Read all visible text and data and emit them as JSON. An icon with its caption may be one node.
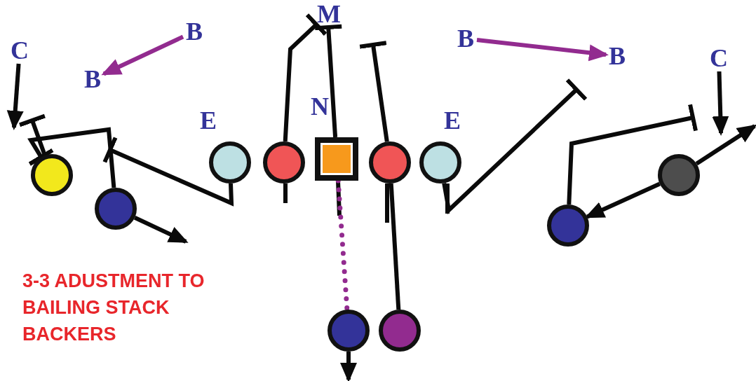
{
  "diagram": {
    "nodes": [
      {
        "text": [
          "M"
        ]
      },
      {
        "text": [
          "B"
        ]
      },
      {
        "text": [
          "B"
        ]
      },
      {
        "text": [
          "C"
        ]
      },
      {
        "text": [
          "B"
        ]
      },
      {
        "text": [
          "B"
        ]
      },
      {
        "text": [
          "C"
        ]
      },
      {
        "text": [
          "N"
        ]
      },
      {
        "text": [
          "E"
        ]
      },
      {
        "text": [
          "E"
        ]
      },
      {
        "text": [],
        "shape": "circle"
      },
      {
        "text": [],
        "shape": "circle"
      },
      {
        "text": [],
        "shape": "circle"
      },
      {
        "text": [],
        "shape": "box"
      },
      {
        "text": [],
        "shape": "circle"
      },
      {
        "text": [],
        "shape": "circle"
      },
      {
        "text": [],
        "shape": "circle"
      },
      {
        "text": [],
        "shape": "circle"
      },
      {
        "text": [],
        "shape": "circle"
      },
      {
        "text": [],
        "shape": "circle"
      },
      {
        "text": [],
        "shape": "circle"
      }
    ],
    "edges": [
      {
        "from": 1,
        "to": 5,
        "arrow": "to",
        "color": "#922b8f"
      },
      {
        "from": 2,
        "to": 4,
        "arrow": "to",
        "color": "#922b8f"
      },
      {
        "from": 3,
        "to": null,
        "arrow": "to"
      },
      {
        "from": 6,
        "to": null,
        "arrow": "to"
      },
      {
        "from": 10,
        "to": null,
        "arrow": "other"
      },
      {
        "from": 17,
        "to": 10,
        "arrow": "other"
      },
      {
        "from": 17,
        "to": null,
        "arrow": "to"
      },
      {
        "from": 11,
        "to": null,
        "arrow": "other"
      },
      {
        "from": 12,
        "to": 0,
        "arrow": "other"
      },
      {
        "from": 13,
        "to": 0,
        "arrow": "other"
      },
      {
        "from": 14,
        "to": null,
        "arrow": "other"
      },
      {
        "from": 15,
        "to": null,
        "arrow": "other"
      },
      {
        "from": 18,
        "to": null,
        "arrow": "other"
      },
      {
        "from": 16,
        "to": 18,
        "arrow": "to"
      },
      {
        "from": 16,
        "to": null,
        "arrow": "to"
      },
      {
        "from": 13,
        "to": 19,
        "arrow": "none",
        "style": "dashed",
        "color": "#922b8f"
      },
      {
        "from": 19,
        "to": null,
        "arrow": "to"
      },
      {
        "from": 20,
        "to": 14,
        "arrow": "none"
      }
    ],
    "labels": [
      "3-3 ADUSTMENT TO BAILING STACK BACKERS"
    ]
  }
}
